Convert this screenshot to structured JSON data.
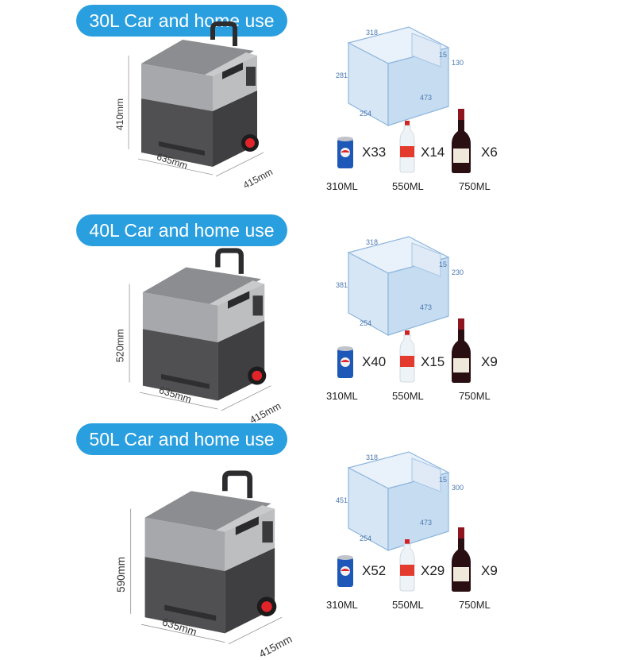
{
  "sections": [
    {
      "title": "30L Car and home use",
      "height_dim": "410mm",
      "width_dim": "635mm",
      "depth_dim": "415mm",
      "box": {
        "top": "318",
        "right_small": "15",
        "right_h": "130",
        "left_h": "281",
        "bottom_left": "254",
        "bottom_right": "473"
      },
      "items": [
        {
          "count": "X33",
          "volume": "310ML"
        },
        {
          "count": "X14",
          "volume": "550ML"
        },
        {
          "count": "X6",
          "volume": "750ML"
        }
      ]
    },
    {
      "title": "40L Car and home use",
      "height_dim": "520mm",
      "width_dim": "635mm",
      "depth_dim": "415mm",
      "box": {
        "top": "318",
        "right_small": "15",
        "right_h": "230",
        "left_h": "381",
        "bottom_left": "254",
        "bottom_right": "473"
      },
      "items": [
        {
          "count": "X40",
          "volume": "310ML"
        },
        {
          "count": "X15",
          "volume": "550ML"
        },
        {
          "count": "X9",
          "volume": "750ML"
        }
      ]
    },
    {
      "title": "50L Car and home use",
      "height_dim": "590mm",
      "width_dim": "635mm",
      "depth_dim": "415mm",
      "box": {
        "top": "318",
        "right_small": "15",
        "right_h": "300",
        "left_h": "451",
        "bottom_left": "254",
        "bottom_right": "473"
      },
      "items": [
        {
          "count": "X52",
          "volume": "310ML"
        },
        {
          "count": "X29",
          "volume": "550ML"
        },
        {
          "count": "X9",
          "volume": "750ML"
        }
      ]
    }
  ],
  "colors": {
    "pill": "#2a9fe0",
    "fridge_dark": "#4b4b4d",
    "fridge_light": "#b9babc",
    "wheel": "#e0242a",
    "box": "#9fc3e6"
  }
}
